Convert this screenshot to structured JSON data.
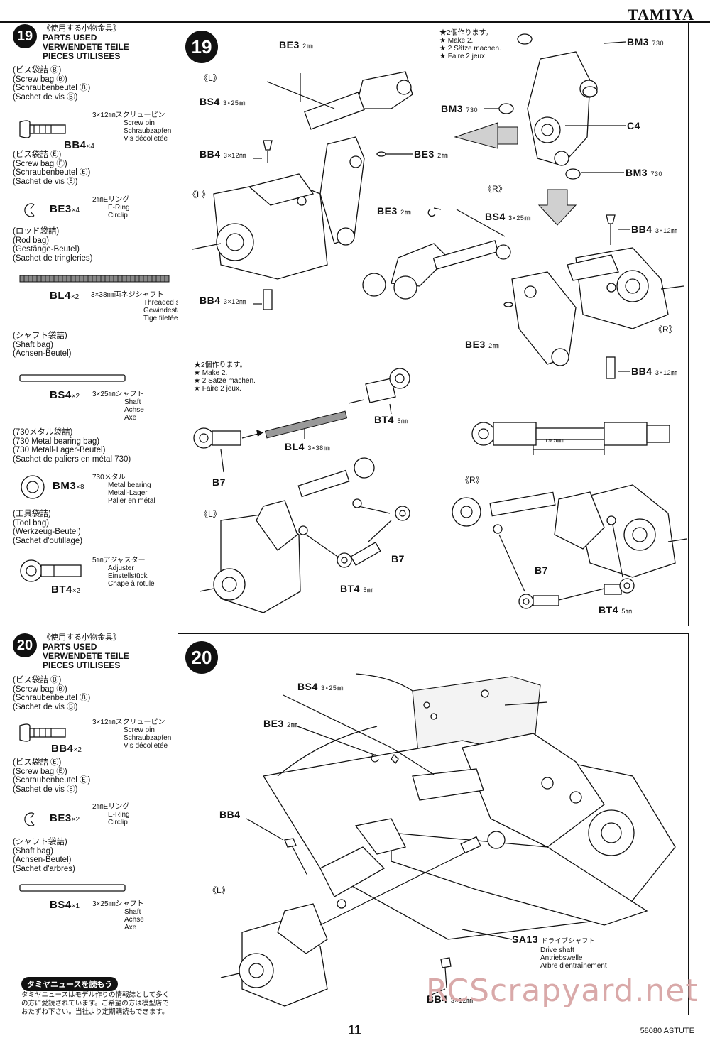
{
  "brand": "TAMIYA",
  "page_number": "11",
  "model_code": "58080 ASTUTE",
  "watermark": "RCScrapyard.net",
  "step19": {
    "number": "19",
    "parts_header_jp": "《使用する小物金具》",
    "parts_header_en": "PARTS USED",
    "parts_header_de": "VERWENDETE TEILE",
    "parts_header_fr": "PIECES UTILISEES",
    "bags": [
      {
        "jp": "(ビス袋詰 Ⓑ)",
        "en": "(Screw bag Ⓑ)",
        "de": "(Schraubenbeutel Ⓑ)",
        "fr": "(Sachet de vis Ⓑ)",
        "code": "BB4",
        "qty": "×4",
        "size_jp": "3×12㎜スクリューピン",
        "names": [
          "Screw pin",
          "Schraubzapfen",
          "Vis décolletée"
        ]
      },
      {
        "jp": "(ビス袋詰 Ⓔ)",
        "en": "(Screw bag Ⓔ)",
        "de": "(Schraubenbeutel Ⓔ)",
        "fr": "(Sachet de vis Ⓔ)",
        "code": "BE3",
        "qty": "×4",
        "size_jp": "2㎜Eリング",
        "names": [
          "E-Ring",
          "Circlip"
        ]
      },
      {
        "jp": "(ロッド袋詰)",
        "en": "(Rod bag)",
        "de": "(Gestänge-Beutel)",
        "fr": "(Sachet de tringleries)",
        "code": "BL4",
        "qty": "×2",
        "size_jp": "3×38㎜両ネジシャフト",
        "names": [
          "Threaded shaft",
          "Gewindestange",
          "Tige filetée"
        ]
      },
      {
        "jp": "(シャフト袋詰)",
        "en": "(Shaft bag)",
        "de": "(Achsen-Beutel)",
        "fr": "(Sachet d'arbres)",
        "code": "BS4",
        "qty": "×2",
        "size_jp": "3×25㎜シャフト",
        "names": [
          "Shaft",
          "Achse",
          "Axe"
        ]
      },
      {
        "jp": "(730メタル袋詰)",
        "en": "(730 Metal bearing bag)",
        "de": "(730 Metall-Lager-Beutel)",
        "fr": "(Sachet de paliers en métal 730)",
        "code": "BM3",
        "qty": "×8",
        "size_jp": "730メタル",
        "names": [
          "Metal bearing",
          "Metall-Lager",
          "Palier en métal"
        ]
      },
      {
        "jp": "(工具袋詰)",
        "en": "(Tool bag)",
        "de": "(Werkzeug-Beutel)",
        "fr": "(Sachet d'outillage)",
        "code": "BT4",
        "qty": "×2",
        "size_jp": "5㎜アジャスター",
        "names": [
          "Adjuster",
          "Einstellstück",
          "Chape à rotule"
        ]
      }
    ],
    "diagram": {
      "make2_jp": "★2個作ります。",
      "make2_en": "★ Make 2.",
      "make2_de": "★ 2 Sätze machen.",
      "make2_fr": "★ Faire 2 jeux.",
      "label_L": "《L》",
      "label_R": "《R》",
      "be3": "BE3",
      "be3_size": "2㎜",
      "bs4": "BS4",
      "bs4_size": "3×25㎜",
      "bb4": "BB4",
      "bb4_size": "3×12㎜",
      "bm3": "BM3",
      "bm3_size": "730",
      "c4": "C4",
      "bl4": "BL4",
      "bl4_size": "3×38㎜",
      "bt4": "BT4",
      "bt4_size": "5㎜",
      "b7": "B7",
      "dim": "19.5㎜"
    }
  },
  "step20": {
    "number": "20",
    "parts_header_jp": "《使用する小物金具》",
    "parts_header_en": "PARTS USED",
    "parts_header_de": "VERWENDETE TEILE",
    "parts_header_fr": "PIECES UTILISEES",
    "bags": [
      {
        "jp": "(ビス袋詰 Ⓑ)",
        "en": "(Screw bag Ⓑ)",
        "de": "(Schraubenbeutel Ⓑ)",
        "fr": "(Sachet de vis Ⓑ)",
        "code": "BB4",
        "qty": "×2",
        "size_jp": "3×12㎜スクリューピン",
        "names": [
          "Screw pin",
          "Schraubzapfen",
          "Vis décolletée"
        ]
      },
      {
        "jp": "(ビス袋詰 Ⓔ)",
        "en": "(Screw bag Ⓔ)",
        "de": "(Schraubenbeutel Ⓔ)",
        "fr": "(Sachet de vis Ⓔ)",
        "code": "BE3",
        "qty": "×2",
        "size_jp": "2㎜Eリング",
        "names": [
          "E-Ring",
          "Circlip"
        ]
      },
      {
        "jp": "(シャフト袋詰)",
        "en": "(Shaft bag)",
        "de": "(Achsen-Beutel)",
        "fr": "(Sachet d'arbres)",
        "code": "BS4",
        "qty": "×1",
        "size_jp": "3×25㎜シャフト",
        "names": [
          "Shaft",
          "Achse",
          "Axe"
        ]
      }
    ],
    "diagram": {
      "label_L": "《L》",
      "bs4": "BS4",
      "bs4_size": "3×25㎜",
      "be3": "BE3",
      "be3_size": "2㎜",
      "bb4": "BB4",
      "bb4_size": "3×12㎜",
      "sa13": "SA13",
      "sa13_jp": "ドライブシャフト",
      "sa13_names": [
        "Drive shaft",
        "Antriebswelle",
        "Arbre d'entraînement"
      ]
    }
  },
  "news": {
    "title": "タミヤニュースを読もう",
    "text": "タミヤニュースはモデル作りの情報誌として多くの方に愛読されています。ご希望の方は模型店でおたずね下さい。当社より定期購読もできます。"
  }
}
